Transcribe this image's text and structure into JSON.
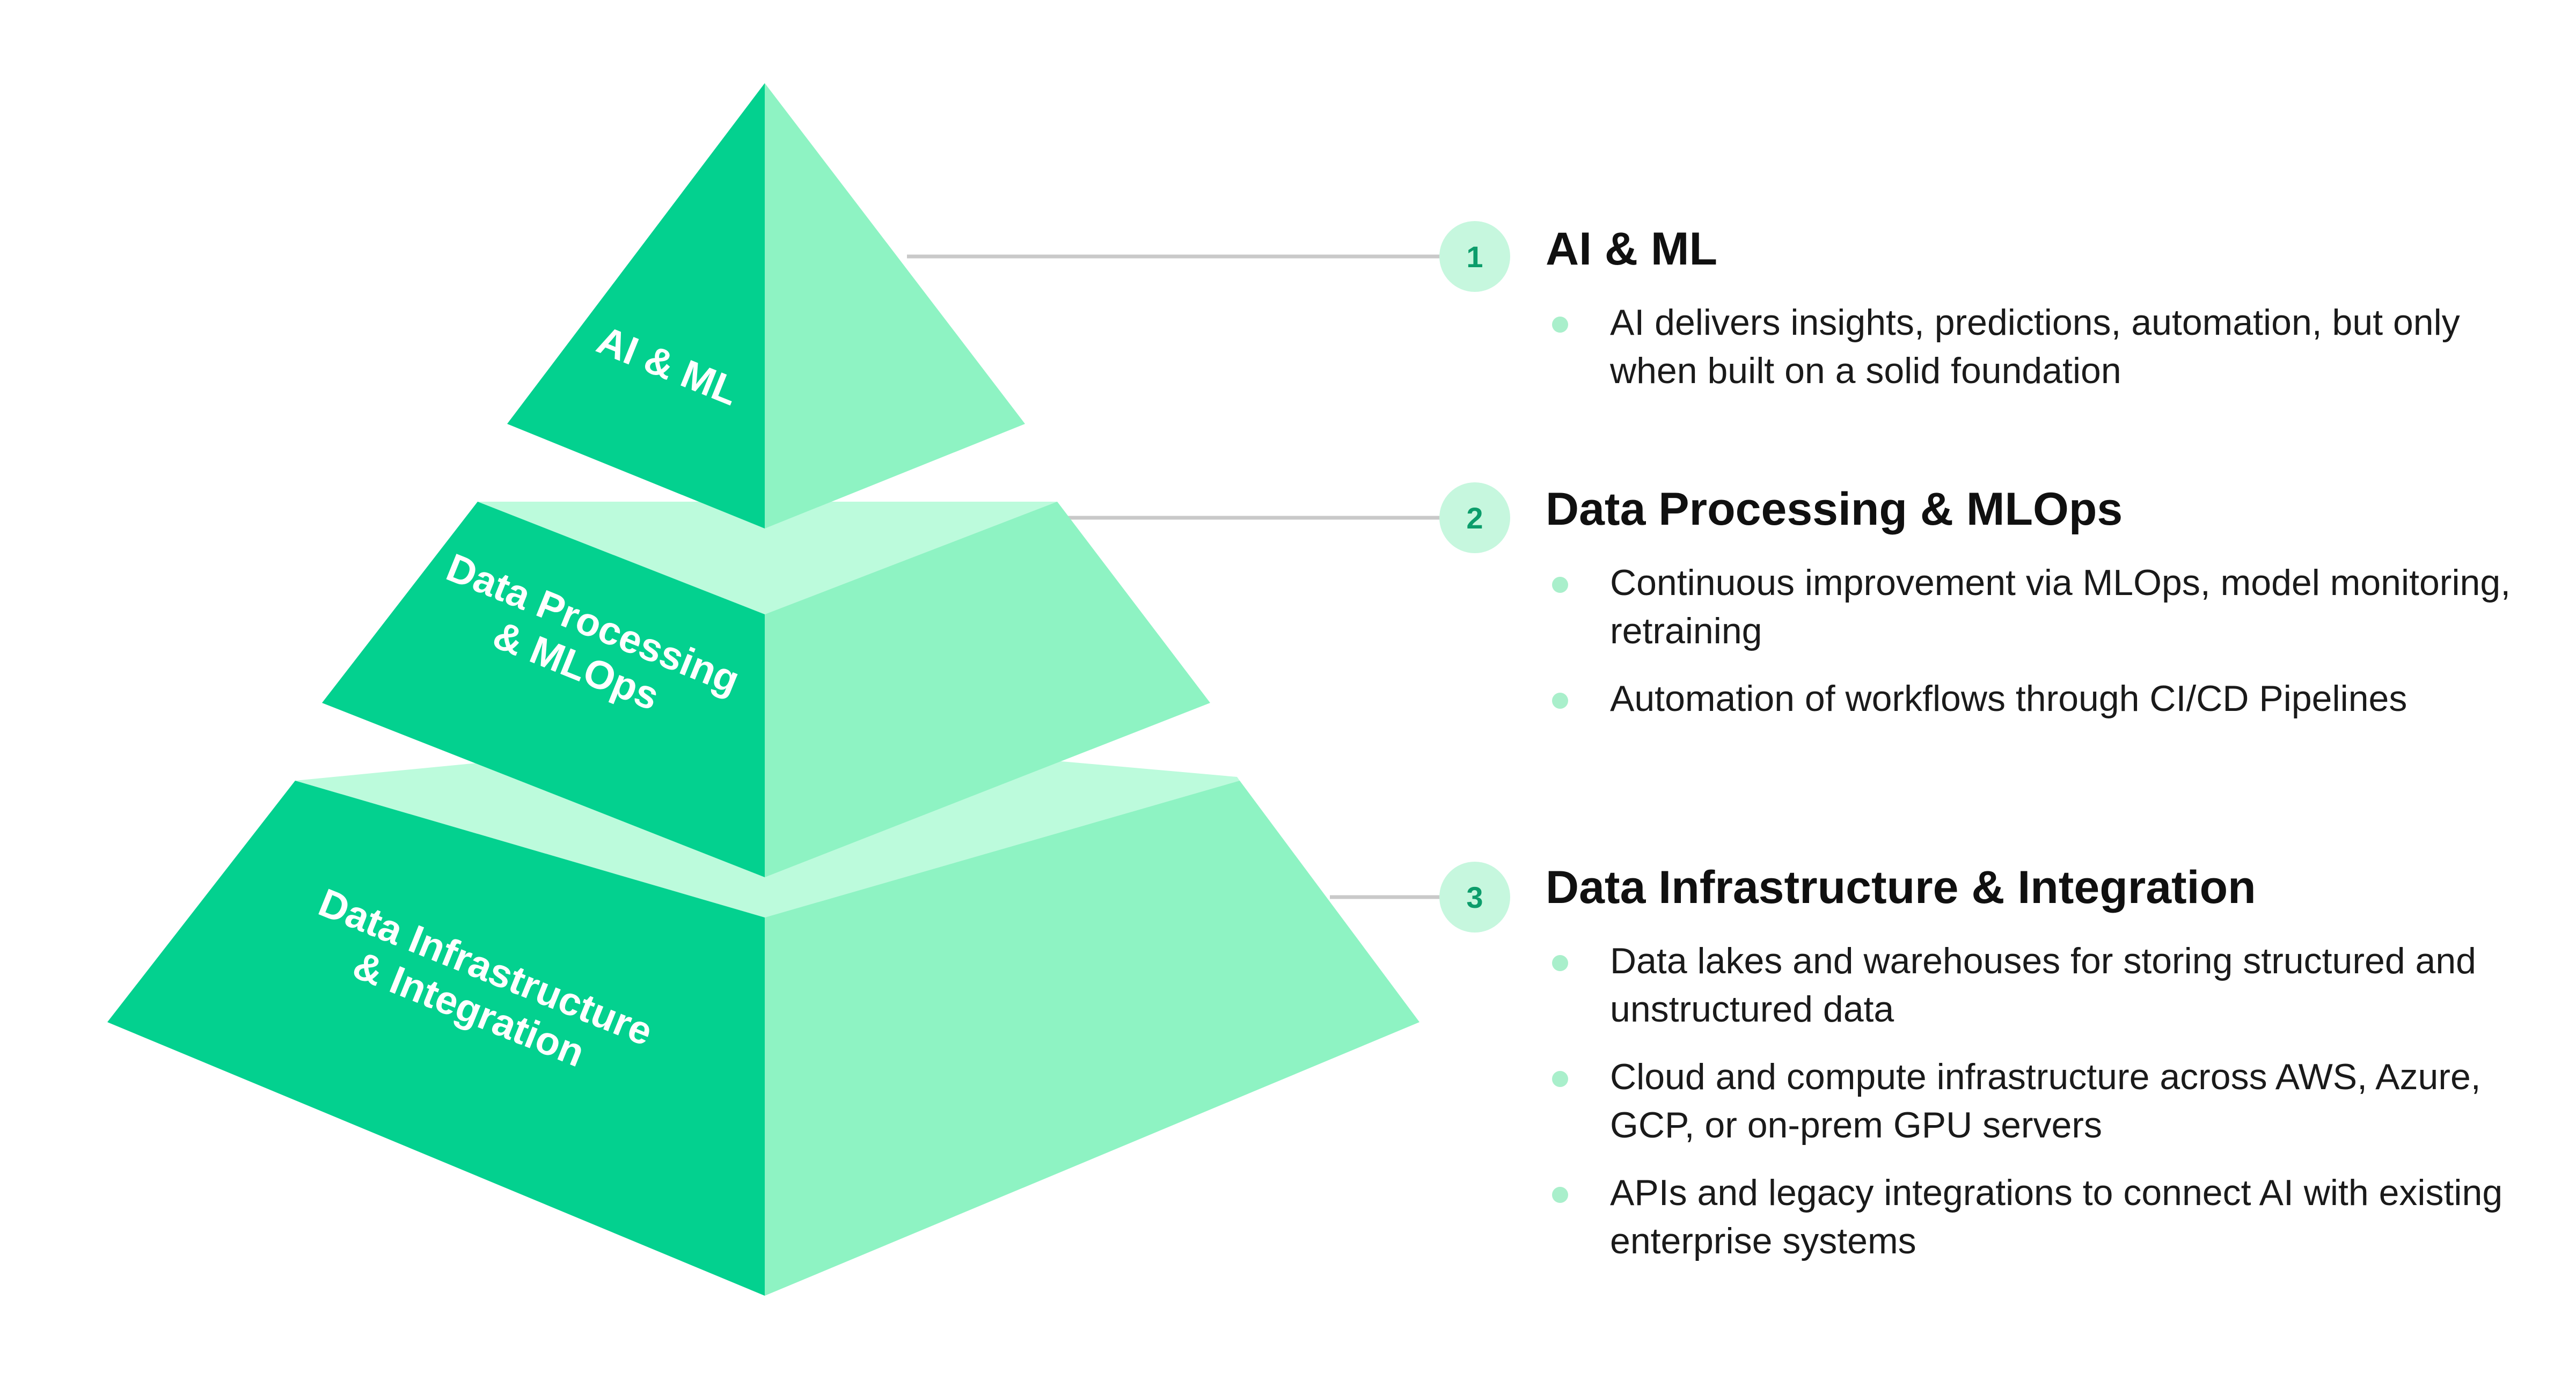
{
  "colors": {
    "front_face": "#03d18f",
    "side_face": "#8ef3c3",
    "top_face": "#bcfbdc",
    "badge_fill": "#c6f7de",
    "badge_text": "#0c9d6b",
    "connector_line": "#c9c9c9",
    "bullet_dot": "#a9efcb"
  },
  "tiers": [
    {
      "id": 1,
      "number": "1",
      "pyramid_label_lines": [
        "AI & ML"
      ],
      "title": "AI & ML",
      "bullets": [
        "AI delivers insights, predictions, automation, but only when built on a solid foundation"
      ]
    },
    {
      "id": 2,
      "number": "2",
      "pyramid_label_lines": [
        "Data Processing",
        "& MLOps"
      ],
      "title": "Data Processing & MLOps",
      "bullets": [
        "Continuous improvement via MLOps, model monitoring, retraining",
        "Automation of workflows through CI/CD Pipelines"
      ]
    },
    {
      "id": 3,
      "number": "3",
      "pyramid_label_lines": [
        "Data Infrastructure",
        "& Integration"
      ],
      "title": "Data Infrastructure & Integration",
      "bullets": [
        "Data lakes and warehouses for storing structured and unstructured data",
        "Cloud and compute infrastructure across AWS, Azure, GCP, or on-prem GPU servers",
        "APIs and legacy integrations to connect AI with existing enterprise systems"
      ]
    }
  ]
}
